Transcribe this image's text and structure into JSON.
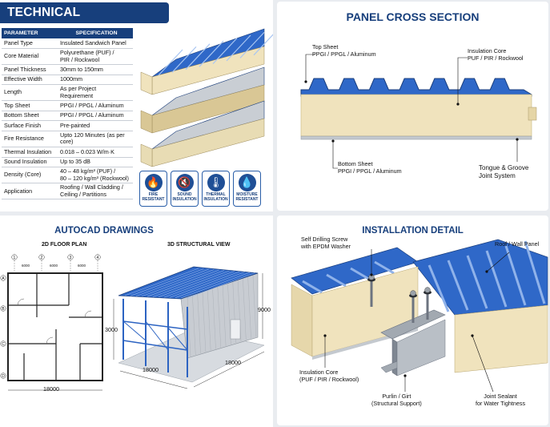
{
  "specs": {
    "title": "TECHNICAL SPECIFICATIONS",
    "header": {
      "param": "PARAMETER",
      "spec": "SPECIFICATION"
    },
    "rows": [
      {
        "k": "Panel Type",
        "v": [
          "Insulated Sandwich Panel"
        ]
      },
      {
        "k": "Core Material",
        "v": [
          "Polyurethane (PUF) /",
          "PIR / Rockwool"
        ]
      },
      {
        "k": "Panel Thickness",
        "v": [
          "30mm to 150mm"
        ]
      },
      {
        "k": "Effective Width",
        "v": [
          "1000mm"
        ]
      },
      {
        "k": "Length",
        "v": [
          "As per Project Requirement"
        ]
      },
      {
        "k": "Top Sheet",
        "v": [
          "PPGI / PPGL / Aluminum"
        ]
      },
      {
        "k": "Bottom Sheet",
        "v": [
          "PPGI / PPGL / Aluminum"
        ]
      },
      {
        "k": "Surface Finish",
        "v": [
          "Pre-painted"
        ]
      },
      {
        "k": "Fire Resistance",
        "v": [
          "Upto 120 Minutes (as per core)"
        ]
      },
      {
        "k": "Thermal Insulation",
        "v": [
          "0.018 – 0.023 W/m·K"
        ]
      },
      {
        "k": "Sound Insulation",
        "v": [
          "Up to 35 dB"
        ]
      },
      {
        "k": "Density (Core)",
        "v": [
          "40 – 48 kg/m³ (PUF) /",
          "80 – 120 kg/m³ (Rockwool)"
        ]
      },
      {
        "k": "Application",
        "v": [
          "Roofing / Wall Cladding /",
          "Ceiling / Partitions"
        ]
      }
    ],
    "badges": [
      {
        "icon": "flame-icon",
        "glyph": "🔥",
        "l1": "FIRE",
        "l2": "RESISTANT"
      },
      {
        "icon": "speaker-mute-icon",
        "glyph": "🔇",
        "l1": "SOUND",
        "l2": "INSULATION"
      },
      {
        "icon": "thermometer-icon",
        "glyph": "🌡",
        "l1": "THERMAL",
        "l2": "INSULATION"
      },
      {
        "icon": "water-drop-icon",
        "glyph": "💧",
        "l1": "MOISTURE",
        "l2": "RESISTANT"
      }
    ]
  },
  "cross": {
    "title": "PANEL CROSS SECTION",
    "top_sheet": {
      "l1": "Top Sheet",
      "l2": "PPGI / PPGL / Aluminum"
    },
    "core": {
      "l1": "Insulation Core",
      "l2": "PUF / PIR / Rockwool"
    },
    "bottom_sheet": {
      "l1": "Bottom Sheet",
      "l2": "PPGI / PPGL / Aluminum"
    },
    "joint": {
      "l1": "Tongue & Groove",
      "l2": "Joint System"
    }
  },
  "cad": {
    "title": "AUTOCAD DRAWINGS",
    "plan_title": "2D FLOOR PLAN",
    "view_title": "3D STRUCTURAL VIEW",
    "grid_cols": [
      "1",
      "2",
      "3",
      "4"
    ],
    "grid_rows": [
      "A",
      "B",
      "C",
      "D"
    ],
    "dims": {
      "span": "6000",
      "plan_width": "18000",
      "height": "3000",
      "width3d": "18000",
      "length3d": "18000",
      "total": "9000"
    }
  },
  "install": {
    "title": "INSTALLATION DETAIL",
    "screw": {
      "l1": "Self Drilling Screw",
      "l2": "with EPDM Washer"
    },
    "panel": {
      "l1": "Roof / Wall Panel"
    },
    "core": {
      "l1": "Insulation Core",
      "l2": "(PUF / PIR / Rockwool)"
    },
    "purlin": {
      "l1": "Purlin / Girt",
      "l2": "(Structural Support)"
    },
    "sealant": {
      "l1": "Joint Sealant",
      "l2": "for Water Tightness"
    }
  },
  "colors": {
    "navy": "#173f7c",
    "panel_blue": "#2f68c8",
    "core_cream": "#f0e3bd",
    "rockwool": "#d9c795",
    "steel": "#aeb4bc"
  }
}
